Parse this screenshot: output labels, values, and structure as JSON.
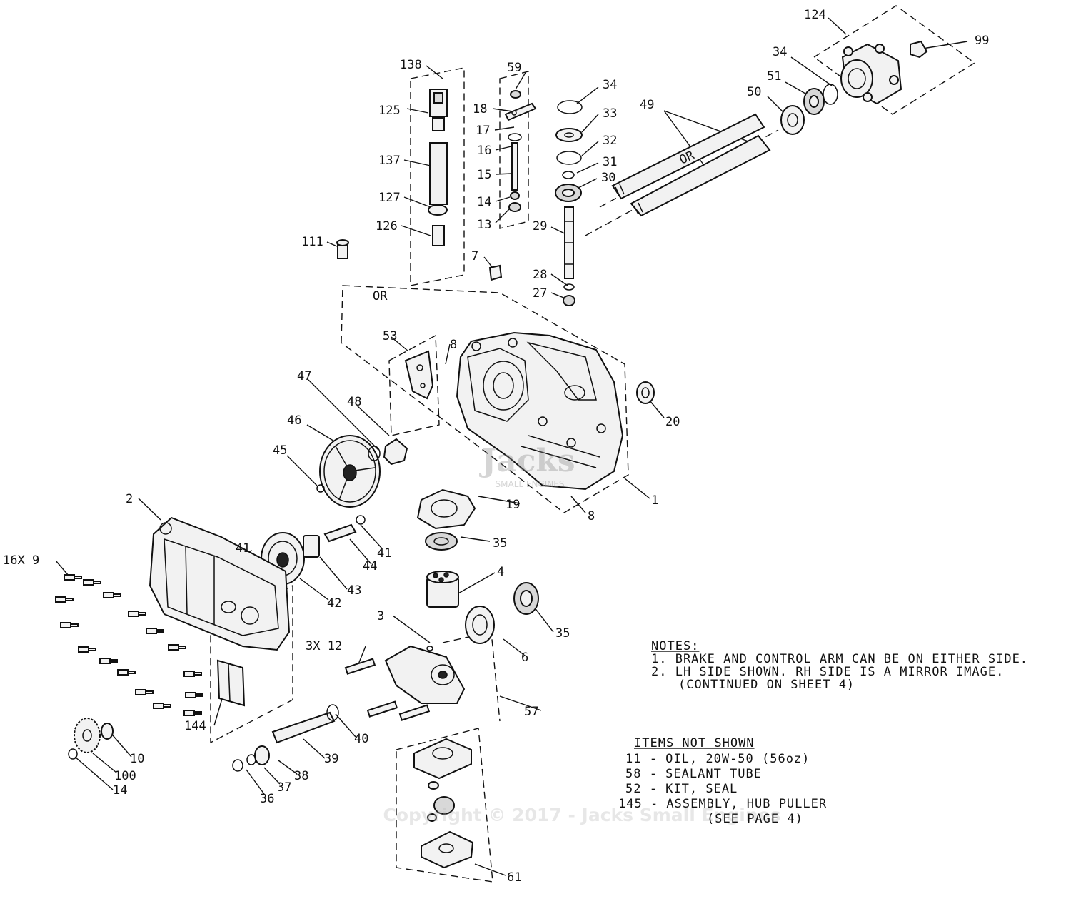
{
  "callouts": {
    "c124": "124",
    "c99": "99",
    "c34a": "34",
    "c51": "51",
    "c50": "50",
    "c49": "49",
    "c138": "138",
    "c59": "59",
    "c34b": "34",
    "c125": "125",
    "c18": "18",
    "c33": "33",
    "c17": "17",
    "c32": "32",
    "c137": "137",
    "c16": "16",
    "c31": "31",
    "c30": "30",
    "c15": "15",
    "c127": "127",
    "c14a": "14",
    "c13": "13",
    "c126": "126",
    "c29": "29",
    "c111": "111",
    "c7": "7",
    "c28": "28",
    "c27": "27",
    "c53": "53",
    "c8a": "8",
    "c47": "47",
    "c48": "48",
    "c20": "20",
    "c46": "46",
    "c45": "45",
    "c2": "2",
    "c1": "1",
    "c19": "19",
    "c8b": "8",
    "c41a": "41",
    "c41b": "41",
    "c35a": "35",
    "c44": "44",
    "c16x9": "16X 9",
    "c43": "43",
    "c4": "4",
    "c42": "42",
    "c35b": "35",
    "c3": "3",
    "c3x12": "3X 12",
    "c6": "6",
    "c57": "57",
    "c144": "144",
    "c10": "10",
    "c40": "40",
    "c39": "39",
    "c100": "100",
    "c38": "38",
    "c37": "37",
    "c14b": "14",
    "c36": "36",
    "c61": "61"
  },
  "or_labels": {
    "or1": "OR",
    "or2": "OR"
  },
  "notes": {
    "heading": "NOTES:",
    "line1": "1. BRAKE AND CONTROL ARM CAN BE ON EITHER SIDE.",
    "line2": "2. LH SIDE SHOWN. RH SIDE IS A MIRROR IMAGE.",
    "line3": "(CONTINUED ON SHEET 4)"
  },
  "items_not_shown": {
    "heading": "ITEMS NOT SHOWN",
    "items": [
      "11 - OIL, 20W-50 (56oz)",
      "58 - SEALANT TUBE",
      "52 - KIT, SEAL",
      "145 - ASSEMBLY, HUB PULLER",
      "(SEE PAGE 4)"
    ]
  },
  "watermark": {
    "copyright": "Copyright © 2017 - Jacks Small Engines",
    "logo_text": "Jacks",
    "logo_sub": "SMALL ENGINES"
  }
}
